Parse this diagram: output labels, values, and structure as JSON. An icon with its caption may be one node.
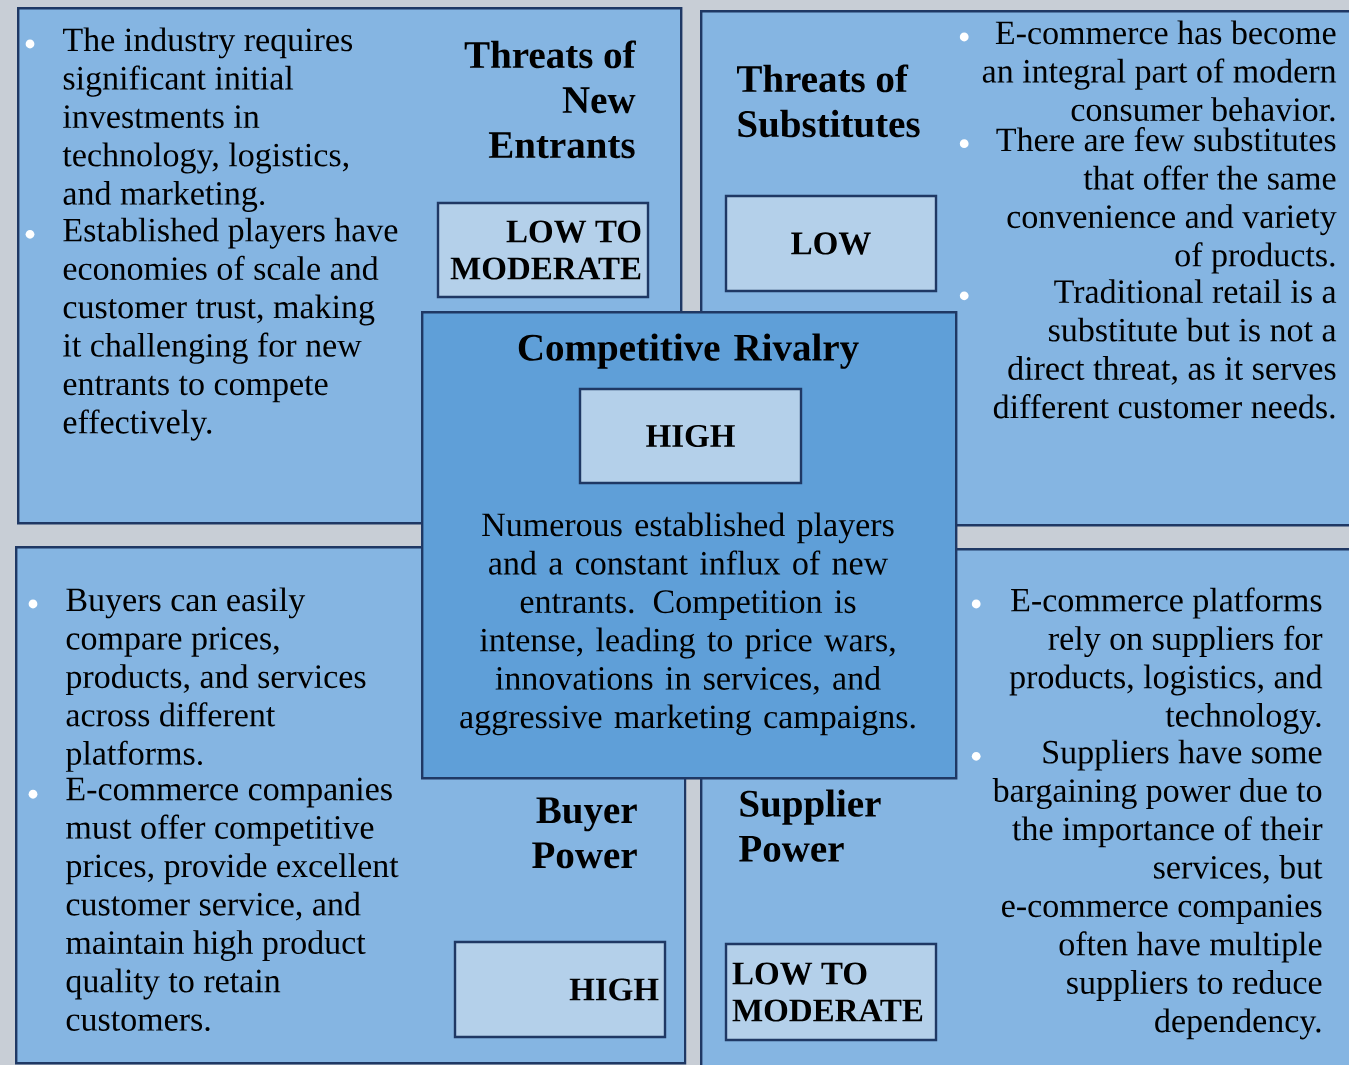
{
  "diagram": {
    "nodes": [
      {
        "text": [
          "The industry requires significant initial investments in technology, logistics, and marketing.",
          "Established players have economies of scale and customer trust, making it challenging for new entrants to compete effectively.",
          "Threats of New Entrants"
        ]
      },
      {
        "text": [
          "LOW TO MODERATE"
        ],
        "in": 0
      },
      {
        "text": [
          "Threats of Substitutes",
          "E-commerce has become an integral part of modern consumer behavior.",
          "There are few substitutes that offer the same convenience and variety of products.",
          "Traditional retail is a substitute but is not a direct threat, as it serves different customer needs."
        ]
      },
      {
        "text": [
          "LOW"
        ],
        "in": 2
      },
      {
        "text": [
          "Buyers can easily compare prices, products, and services across different platforms.",
          "E-commerce companies must offer competitive prices, provide excellent customer service, and maintain high product quality to retain customers.",
          "Buyer Power"
        ]
      },
      {
        "text": [
          "HIGH"
        ],
        "in": 4
      },
      {
        "text": [
          "Supplier Power",
          "E-commerce platforms rely on suppliers for products, logistics, and technology.",
          "Suppliers have some bargaining power due to the importance of their services, but e-commerce companies often have multiple suppliers to reduce dependency."
        ]
      },
      {
        "text": [
          "LOW TO MODERATE"
        ],
        "in": 6
      },
      {
        "text": [
          "Competitive Rivalry",
          "Numerous established players and a constant influx of new entrants.  Competition is intense, leading to price wars, innovations in services, and aggressive marketing campaigns."
        ]
      },
      {
        "text": [
          "HIGH"
        ],
        "in": 8
      }
    ]
  }
}
